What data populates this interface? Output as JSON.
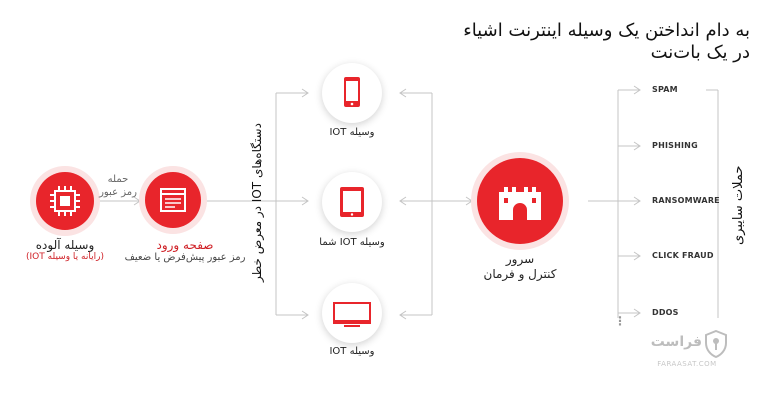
{
  "title_line1": "به دام انداختن یک وسیله اینترنت اشیاء",
  "title_line2": "در یک بات‌نت",
  "infected": {
    "title": "وسیله آلوده",
    "subtitle": "(رایانه یا وسیله IOT)"
  },
  "attack_step": {
    "line1": "حمله",
    "line2": "رمز عبور"
  },
  "login": {
    "title": "صفحه ورود",
    "subtitle": "رمز عبور پیش‌فرض یا ضعیف"
  },
  "vulnerable_label": "دستگاه‌های IOT در معرض خطر",
  "devices": [
    {
      "label": "وسیله IOT",
      "icon": "phone-icon"
    },
    {
      "label": "وسیله IOT شما",
      "icon": "tablet-icon"
    },
    {
      "label": "وسیله IOT",
      "icon": "tv-icon"
    }
  ],
  "server": {
    "line1": "سرور",
    "line2": "کنترل و فرمان"
  },
  "attacks": [
    "SPAM",
    "PHISHING",
    "RANSOMWARE",
    "CLICK FRAUD",
    "DDOS"
  ],
  "attacks_ellipsis": "⋮",
  "cyber_attacks_label": "حملات سایبری",
  "logo": {
    "name": "فراست",
    "url": "FARAASAT.COM",
    "icon": "shield-logo-icon"
  },
  "colors": {
    "accent": "#e8252b",
    "line": "#bfbfbf"
  }
}
